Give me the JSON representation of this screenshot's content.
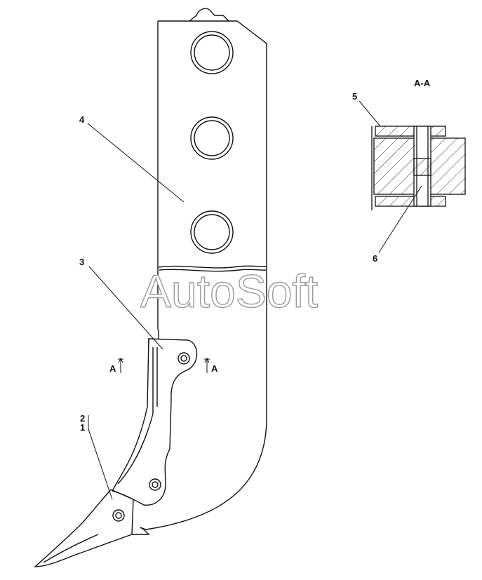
{
  "section_title": "A-A",
  "callouts": {
    "c1": "1",
    "c2": "2",
    "c3": "3",
    "c4": "4",
    "c5": "5",
    "c6": "6"
  },
  "section_marks": {
    "left": "A",
    "right": "A"
  },
  "watermark": "AutoSoft"
}
